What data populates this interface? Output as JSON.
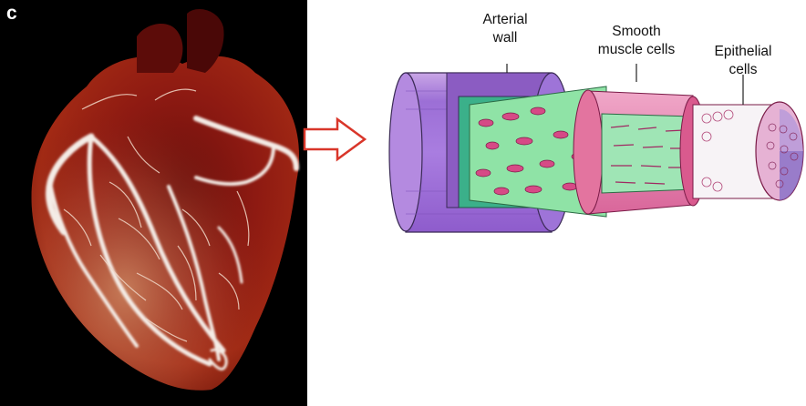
{
  "panel_letter": "c",
  "labels": {
    "arterial_wall": [
      "Arterial",
      "wall"
    ],
    "smooth_muscle": [
      "Smooth",
      "muscle cells"
    ],
    "epithelial": [
      "Epithelial",
      "cells"
    ]
  }
}
